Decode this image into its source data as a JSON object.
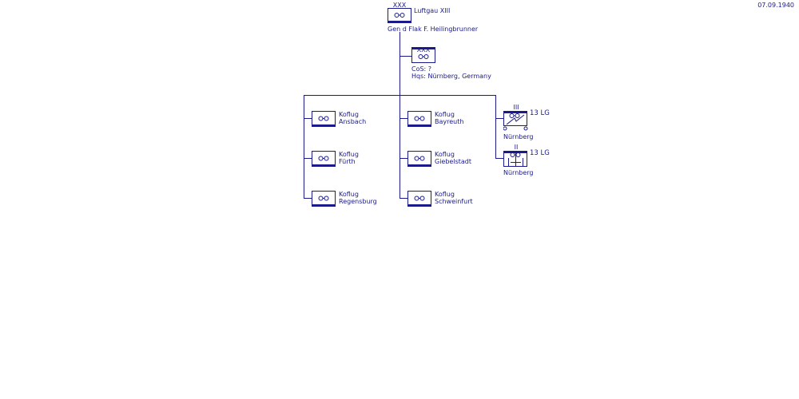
{
  "date": "07.09.1940",
  "colors": {
    "line": "#1a1a8a",
    "symbol": "#1a1a8a",
    "text": "#1a1a8a",
    "background": "#ffffff"
  },
  "top": {
    "echelon": "XXX",
    "name": "Luftgau XIII",
    "commander": "Gen d Flak  F. Heilingbrunner"
  },
  "staff": {
    "echelon": "XXX",
    "cos": "CoS:  ?",
    "hqs": "Hqs:  Nürnberg, Germany"
  },
  "left_column": [
    {
      "line1": "Koflug",
      "line2": "Ansbach"
    },
    {
      "line1": "Koflug",
      "line2": "Fürth"
    },
    {
      "line1": "Koflug",
      "line2": "Regensburg"
    }
  ],
  "middle_column": [
    {
      "line1": "Koflug",
      "line2": "Bayreuth"
    },
    {
      "line1": "Koflug",
      "line2": "Giebelstadt"
    },
    {
      "line1": "Koflug",
      "line2": "Schweinfurt"
    }
  ],
  "right_column": [
    {
      "echelon": "III",
      "designation": "13  LG",
      "location": "Nürnberg",
      "symbol": "flak-motorized-icon"
    },
    {
      "echelon": "II",
      "designation": "13  LG",
      "location": "Nürnberg",
      "symbol": "flak-searchlight-icon"
    }
  ]
}
